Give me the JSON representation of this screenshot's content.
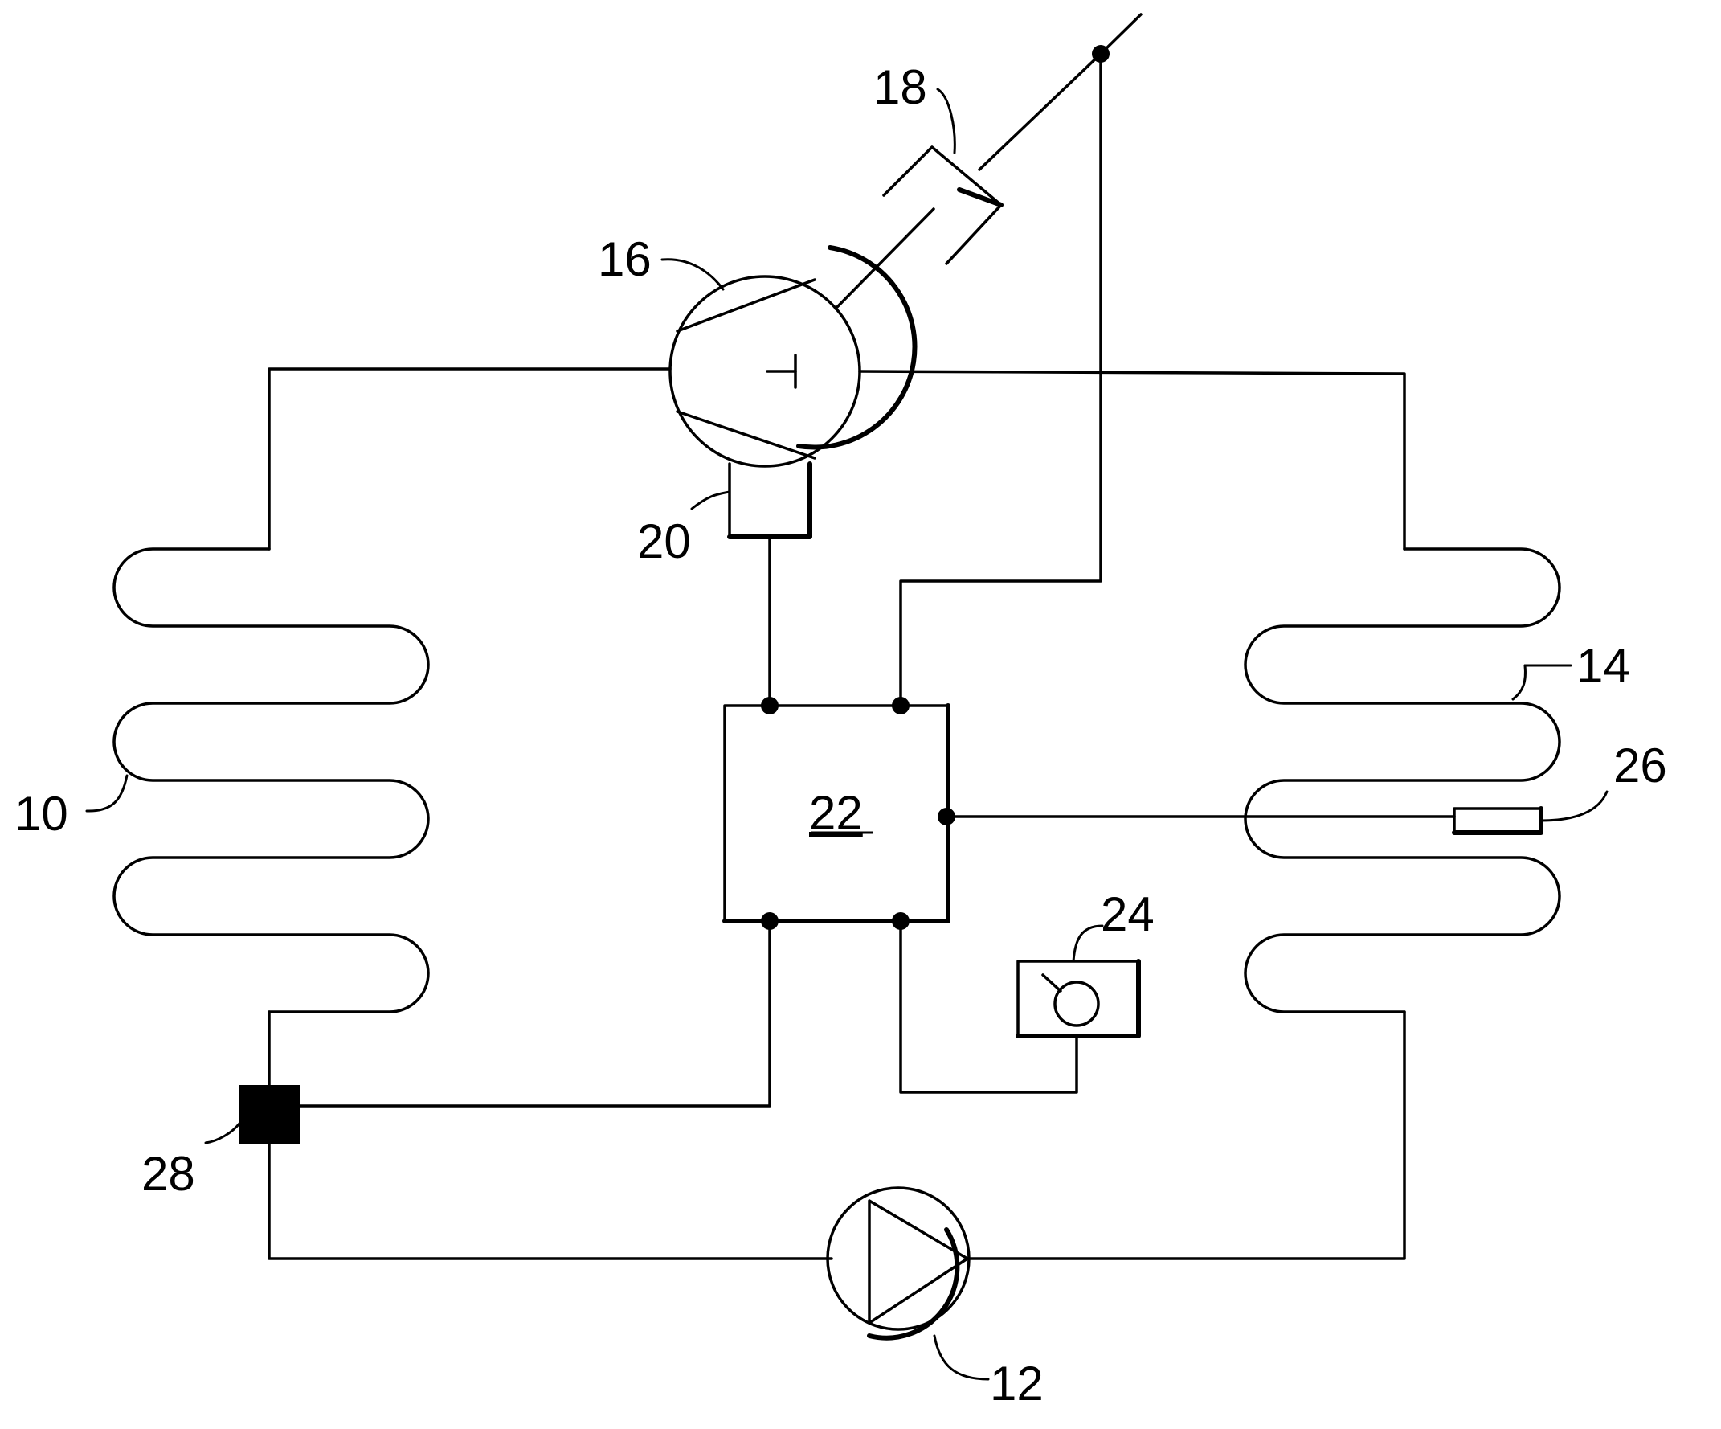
{
  "labels": {
    "condenser": "10",
    "pump": "12",
    "evaporator": "14",
    "valve": "16",
    "actuator": "18",
    "motor": "20",
    "controller": "22",
    "sensor": "24",
    "temp_probe": "26",
    "block": "28"
  }
}
